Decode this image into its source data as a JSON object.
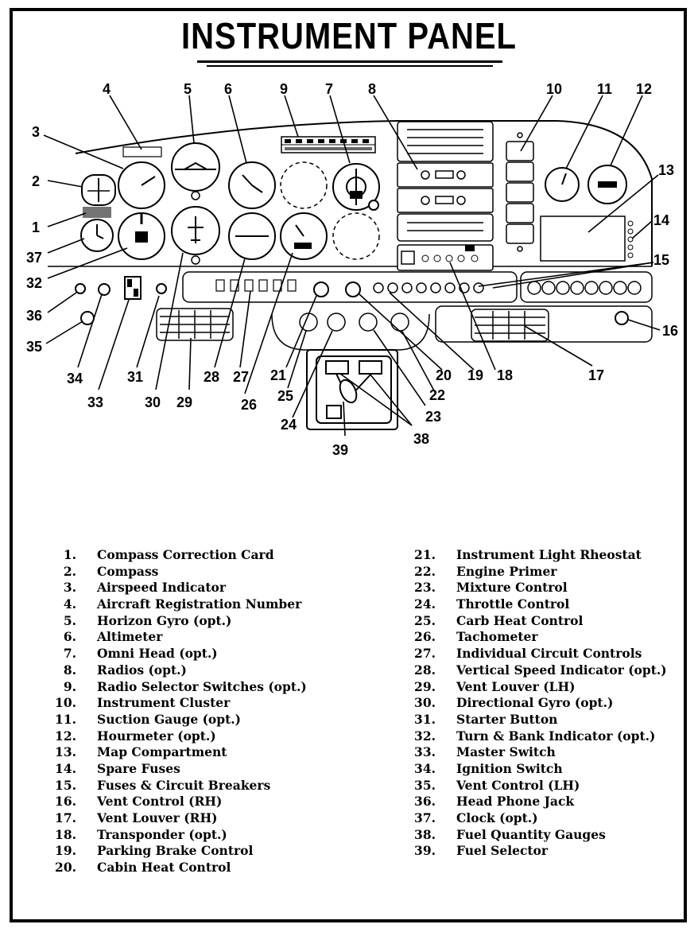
{
  "title": "INSTRUMENT PANEL",
  "legend": [
    {
      "num": "1.",
      "label": "Compass Correction Card"
    },
    {
      "num": "2.",
      "label": "Compass"
    },
    {
      "num": "3.",
      "label": "Airspeed Indicator"
    },
    {
      "num": "4.",
      "label": "Aircraft Registration Number"
    },
    {
      "num": "5.",
      "label": "Horizon Gyro (opt.)"
    },
    {
      "num": "6.",
      "label": "Altimeter"
    },
    {
      "num": "7.",
      "label": "Omni Head (opt.)"
    },
    {
      "num": "8.",
      "label": "Radios (opt.)"
    },
    {
      "num": "9.",
      "label": "Radio Selector Switches (opt.)"
    },
    {
      "num": "10.",
      "label": "Instrument Cluster"
    },
    {
      "num": "11.",
      "label": "Suction Gauge (opt.)"
    },
    {
      "num": "12.",
      "label": "Hourmeter (opt.)"
    },
    {
      "num": "13.",
      "label": "Map Compartment"
    },
    {
      "num": "14.",
      "label": "Spare Fuses"
    },
    {
      "num": "15.",
      "label": "Fuses & Circuit Breakers"
    },
    {
      "num": "16.",
      "label": "Vent Control (RH)"
    },
    {
      "num": "17.",
      "label": "Vent Louver (RH)"
    },
    {
      "num": "18.",
      "label": "Transponder (opt.)"
    },
    {
      "num": "19.",
      "label": "Parking Brake Control"
    },
    {
      "num": "20.",
      "label": "Cabin Heat Control"
    },
    {
      "num": "21.",
      "label": "Instrument Light Rheostat"
    },
    {
      "num": "22.",
      "label": "Engine Primer"
    },
    {
      "num": "23.",
      "label": "Mixture Control"
    },
    {
      "num": "24.",
      "label": "Throttle Control"
    },
    {
      "num": "25.",
      "label": "Carb Heat Control"
    },
    {
      "num": "26.",
      "label": "Tachometer"
    },
    {
      "num": "27.",
      "label": "Individual Circuit Controls"
    },
    {
      "num": "28.",
      "label": "Vertical Speed Indicator (opt.)"
    },
    {
      "num": "29.",
      "label": "Vent Louver (LH)"
    },
    {
      "num": "30.",
      "label": "Directional Gyro (opt.)"
    },
    {
      "num": "31.",
      "label": "Starter Button"
    },
    {
      "num": "32.",
      "label": "Turn & Bank Indicator (opt.)"
    },
    {
      "num": "33.",
      "label": "Master Switch"
    },
    {
      "num": "34.",
      "label": "Ignition Switch"
    },
    {
      "num": "35.",
      "label": "Vent Control (LH)"
    },
    {
      "num": "36.",
      "label": "Head Phone Jack"
    },
    {
      "num": "37.",
      "label": "Clock (opt.)"
    },
    {
      "num": "38.",
      "label": "Fuel Quantity Gauges"
    },
    {
      "num": "39.",
      "label": "Fuel Selector"
    }
  ],
  "callouts": [
    "1",
    "2",
    "3",
    "4",
    "5",
    "6",
    "7",
    "8",
    "9",
    "10",
    "11",
    "12",
    "13",
    "14",
    "15",
    "16",
    "17",
    "18",
    "19",
    "20",
    "21",
    "22",
    "23",
    "24",
    "25",
    "26",
    "27",
    "28",
    "29",
    "30",
    "31",
    "32",
    "33",
    "34",
    "35",
    "36",
    "37",
    "38",
    "39"
  ],
  "colors": {
    "ink": "#000000",
    "paper": "#ffffff"
  }
}
